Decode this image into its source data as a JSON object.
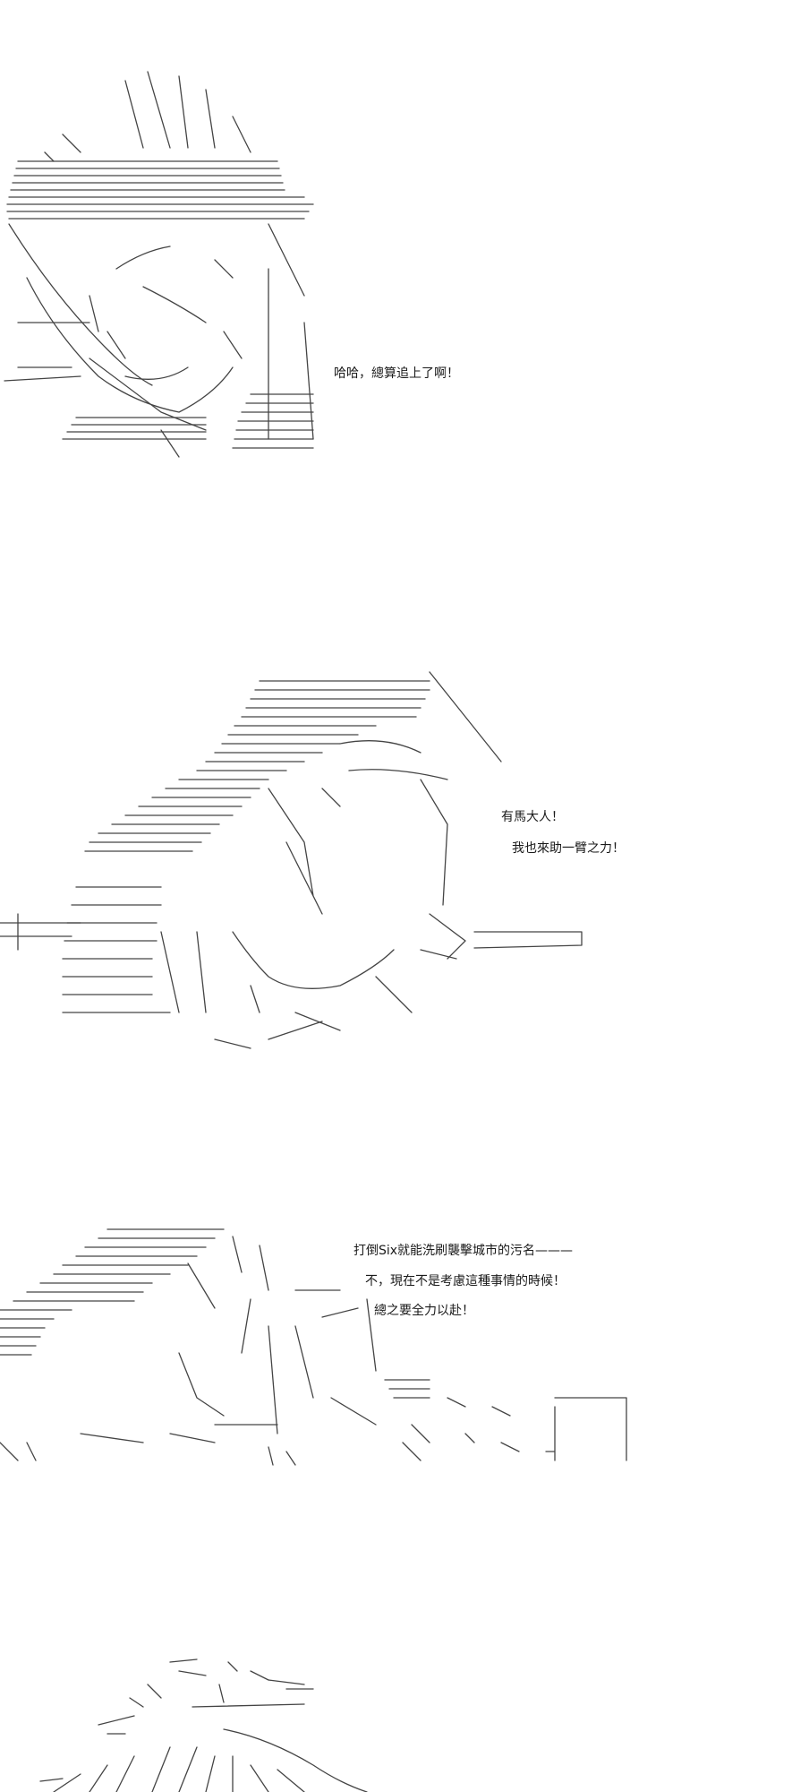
{
  "panels": [
    {
      "lines": [
        "哈哈，總算追上了啊！"
      ]
    },
    {
      "lines": [
        "有馬大人！",
        "我也來助一臂之力！"
      ]
    },
    {
      "lines": [
        "打倒Six就能洗刷襲擊城市的污名———",
        "不，現在不是考慮這種事情的時候！",
        "總之要全力以赴！"
      ]
    },
    {
      "lines": []
    }
  ]
}
